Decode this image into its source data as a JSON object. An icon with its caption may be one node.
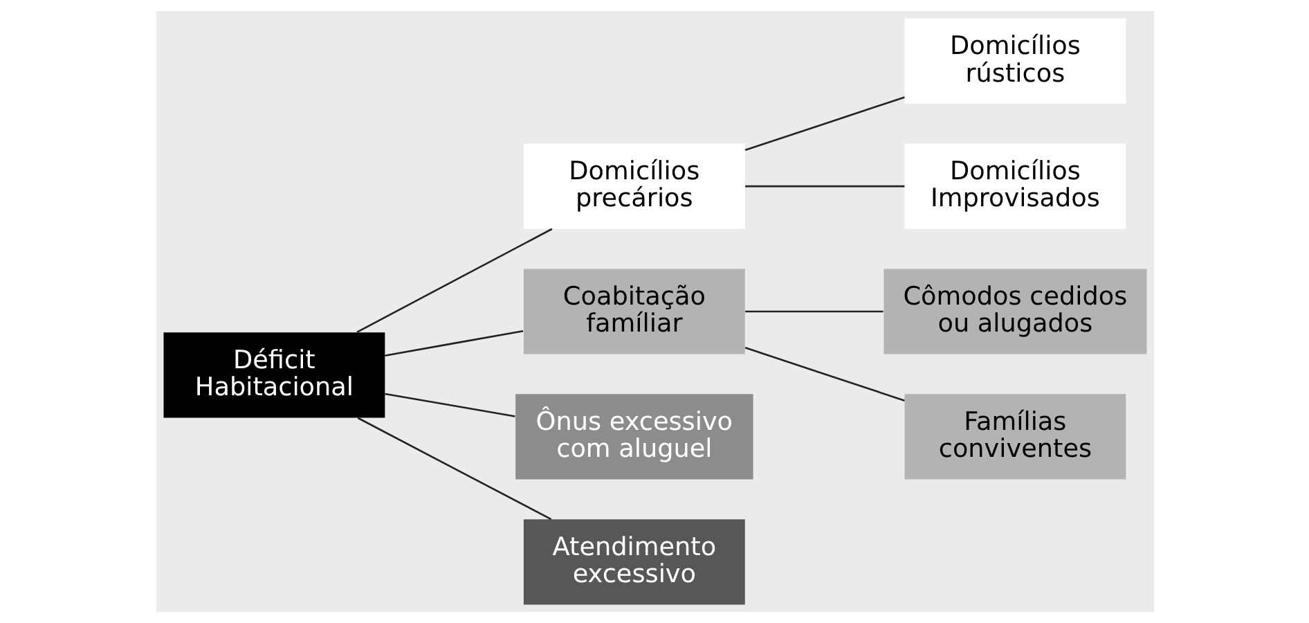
{
  "diagram": {
    "nodes": [
      {
        "text": [
          "Déficit Habitacional"
        ]
      },
      {
        "text": [
          "Domicílios precários"
        ]
      },
      {
        "text": [
          "Coabitação famíliar"
        ]
      },
      {
        "text": [
          "Ônus excessivo com aluguel"
        ]
      },
      {
        "text": [
          "Atendimento excessivo"
        ]
      },
      {
        "text": [
          "Domicílios rústicos"
        ]
      },
      {
        "text": [
          "Domicílios Improvisados"
        ]
      },
      {
        "text": [
          "Cômodos cedidos ou alugados"
        ]
      },
      {
        "text": [
          "Famílias conviventes"
        ]
      }
    ],
    "edges": [
      {
        "from": 0,
        "to": 1,
        "arrow": "none"
      },
      {
        "from": 0,
        "to": 2,
        "arrow": "none"
      },
      {
        "from": 0,
        "to": 3,
        "arrow": "none"
      },
      {
        "from": 0,
        "to": 4,
        "arrow": "none"
      },
      {
        "from": 1,
        "to": 5,
        "arrow": "none"
      },
      {
        "from": 1,
        "to": 6,
        "arrow": "none"
      },
      {
        "from": 2,
        "to": 7,
        "arrow": "none"
      },
      {
        "from": 2,
        "to": 8,
        "arrow": "none"
      }
    ]
  }
}
